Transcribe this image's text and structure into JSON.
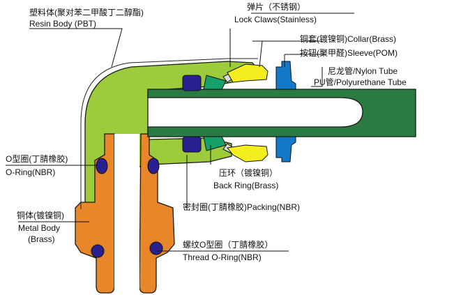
{
  "labels": {
    "resin_body_cn": "塑料体(聚对苯二甲酸丁二醇酯)",
    "resin_body_en": "Resin Body (PBT)",
    "lock_claws_cn": "弹片（不锈钢）",
    "lock_claws_en": "Lock Claws(Stainless)",
    "collar": "铜套(镀镍铜)Collar(Brass)",
    "sleeve": "按钮(聚甲醛)Sleeve(POM)",
    "nylon_tube": "尼龙管/Nylon Tube",
    "pu_tube": "PU管/Polyurethane  Tube",
    "oring_cn": "O型圈(丁腈橡胶)",
    "oring_en": "O-Ring(NBR)",
    "back_ring_cn": "压环（镀镍铜）",
    "back_ring_en": "Back Ring(Brass)",
    "packing": "密封圈(丁腈橡胶)Packing(NBR)",
    "metal_body_cn": "铜体(镀镍铜)",
    "metal_body_en": "Metal Body",
    "metal_body_en2": "(Brass)",
    "thread_oring_cn": "螺纹O型圈（丁腈橡胶）",
    "thread_oring_en": "Thread O-Ring(NBR)"
  },
  "colors": {
    "resin_body": "#9ccc3c",
    "metal_body": "#e8872a",
    "tube": "#2a7a42",
    "collar": "#f5ee1e",
    "sleeve": "#1478c8",
    "back_ring": "#16a06a",
    "seal": "#2a2090"
  }
}
